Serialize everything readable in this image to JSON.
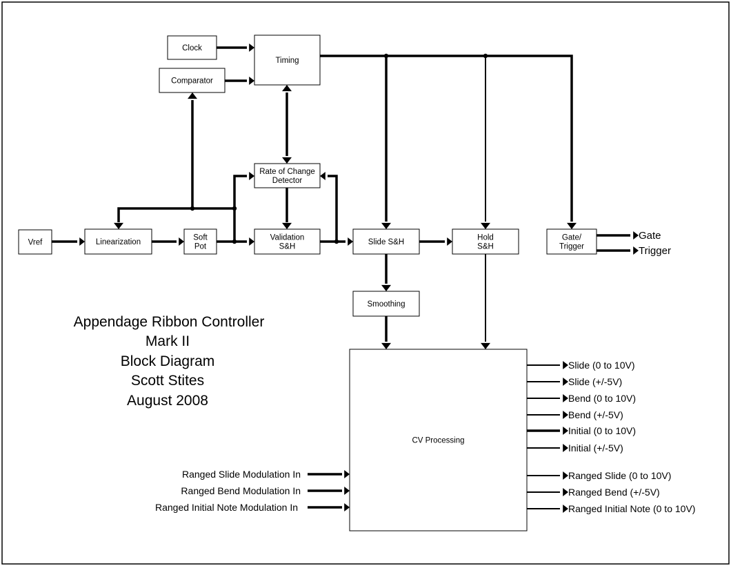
{
  "diagram": {
    "title_lines": [
      "Appendage Ribbon Controller",
      "Mark II",
      "Block Diagram",
      "Scott Stites",
      "August 2008"
    ],
    "blocks": {
      "clock": [
        "Clock"
      ],
      "comparator": [
        "Comparator"
      ],
      "timing": [
        "Timing"
      ],
      "vref": [
        "Vref"
      ],
      "linearization": [
        "Linearization"
      ],
      "soft_pot": [
        "Soft",
        "Pot"
      ],
      "rate_of_change": [
        "Rate of Change",
        "Detector"
      ],
      "validation": [
        "Validation",
        "S&H"
      ],
      "slide_sh": [
        "Slide S&H"
      ],
      "hold_sh": [
        "Hold",
        "S&H"
      ],
      "gate_trigger": [
        "Gate/",
        "Trigger"
      ],
      "smoothing": [
        "Smoothing"
      ],
      "cv_processing": [
        "CV Processing"
      ]
    },
    "gate_outputs": [
      "Gate",
      "Trigger"
    ],
    "cv_outputs": [
      "Slide (0 to 10V)",
      "Slide (+/-5V)",
      "Bend (0 to 10V)",
      "Bend (+/-5V)",
      "Initial (0 to 10V)",
      "Initial (+/-5V)",
      "Ranged Slide (0 to 10V)",
      "Ranged Bend (+/-5V)",
      "Ranged Initial Note (0 to 10V)"
    ],
    "mod_inputs": [
      "Ranged Slide Modulation In",
      "Ranged Bend Modulation In",
      "Ranged Initial Note Modulation In"
    ]
  }
}
